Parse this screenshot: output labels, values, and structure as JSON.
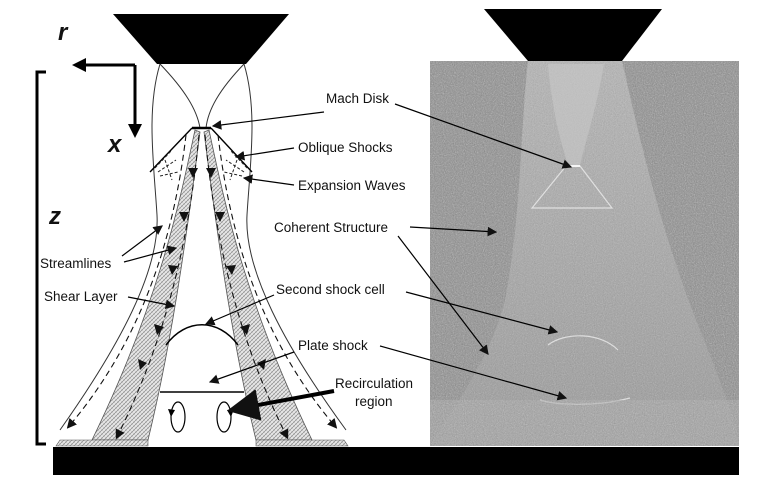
{
  "axes": {
    "r": "r",
    "x": "x",
    "z": "z"
  },
  "labels": {
    "mach_disk": "Mach Disk",
    "oblique_shocks": "Oblique Shocks",
    "expansion_waves": "Expansion Waves",
    "coherent_structure": "Coherent Structure",
    "streamlines": "Streamlines",
    "shear_layer": "Shear Layer",
    "second_shock_cell": "Second shock cell",
    "plate_shock": "Plate shock",
    "recirculation_line1": "Recirculation",
    "recirculation_line2": "region"
  },
  "colors": {
    "ink": "#111111",
    "photo_background": "#8a8a8a",
    "plate": "#000000"
  }
}
